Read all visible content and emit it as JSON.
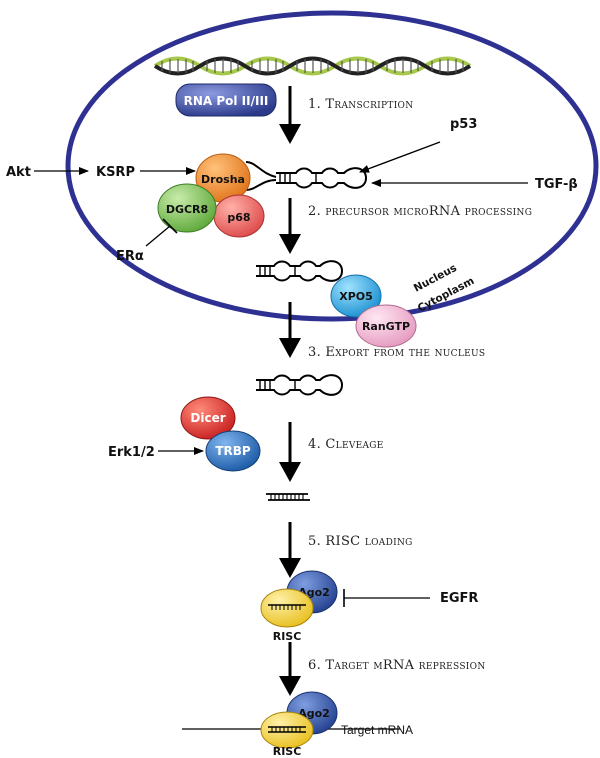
{
  "steps": {
    "s1": "1. Transcription",
    "s2": "2. precursor microRNA processing",
    "s3": "3. Export from the nucleus",
    "s4": "4. Cleveage",
    "s5": "5. RISC loading",
    "s6": "6. Target mRNA repression"
  },
  "molecules": {
    "rna_pol": "RNA Pol II/III",
    "drosha": "Drosha",
    "dgcr8": "DGCR8",
    "p68": "p68",
    "xpo5": "XPO5",
    "rangtp": "RanGTP",
    "dicer": "Dicer",
    "trbp": "TRBP",
    "ago2_a": "Ago2",
    "risc_a": "RISC",
    "ago2_b": "Ago2",
    "risc_b": "RISC"
  },
  "regulators": {
    "akt": "Akt",
    "ksrp": "KSRP",
    "p53": "p53",
    "tgfb": "TGF-β",
    "era": "ERα",
    "erk": "Erk1/2",
    "egfr": "EGFR"
  },
  "compartments": {
    "nucleus": "Nucleus",
    "cytoplasm": "Cytoplasm"
  },
  "target_label": "Target mRNA",
  "colors": {
    "nucleus_border": "#2e3192",
    "rna_pol": "#3b4aa0",
    "drosha": "#f08a24",
    "dgcr8": "#7bc25a",
    "p68": "#ea5a5a",
    "xpo5": "#27a9e1",
    "rangtp": "#f4b6d2",
    "dicer": "#e3322b",
    "trbp": "#2a6db5",
    "ago2": "#2f56a6",
    "risc": "#f7d64a",
    "dna_a": "#a6c94b",
    "dna_b": "#222222"
  }
}
